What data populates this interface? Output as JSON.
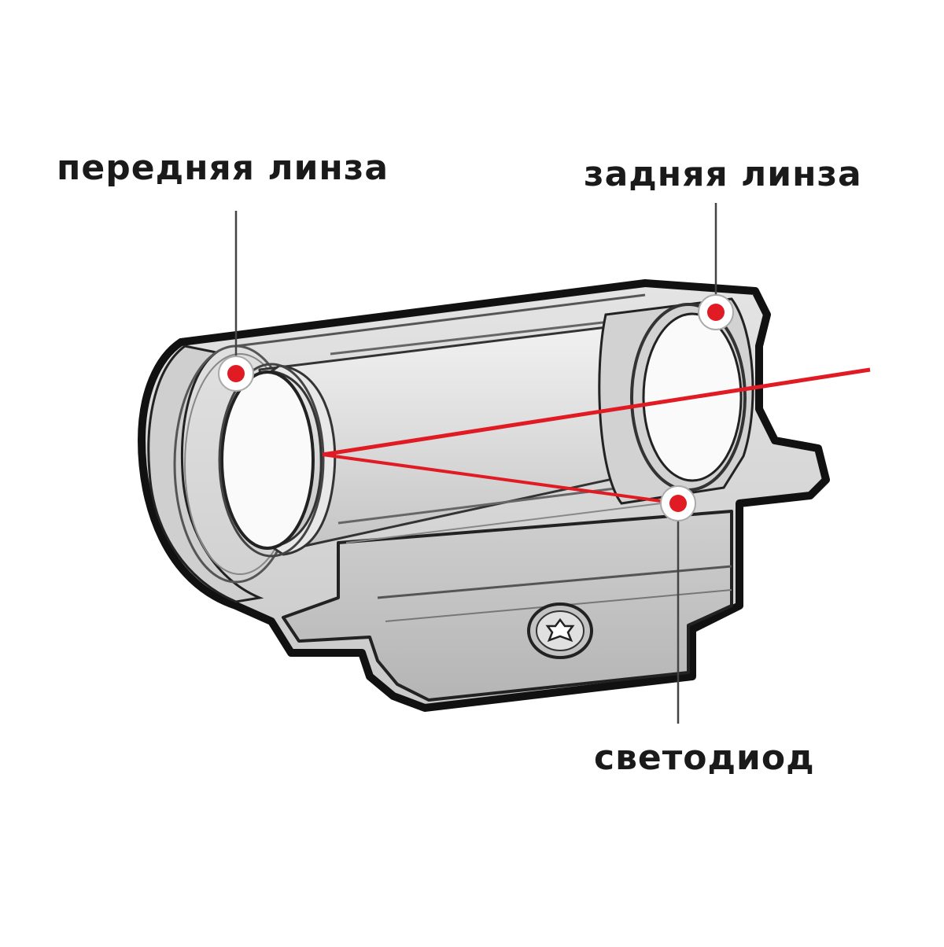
{
  "labels": {
    "front_lens": "передняя линза",
    "rear_lens": "задняя линза",
    "led": "светодиод"
  },
  "colors": {
    "beam": "#e01b24",
    "marker": "#e01b24",
    "outline": "#111111",
    "body": "#d9d9d9",
    "body_dark": "#b8b8b8",
    "lens_glass": "#fafafa"
  }
}
